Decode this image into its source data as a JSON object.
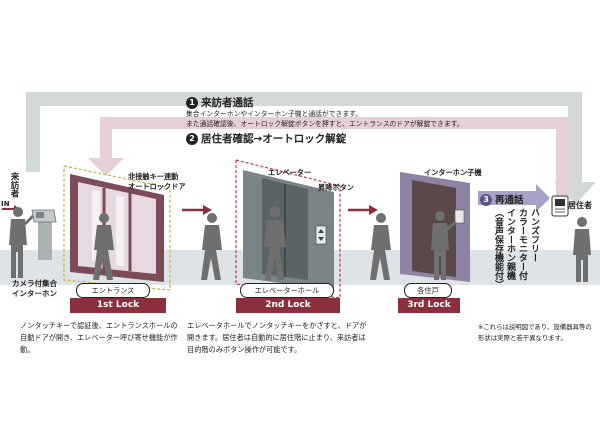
{
  "colors": {
    "flow_band_1": "#d3dad6",
    "flow_band_2": "#e6d0d6",
    "lock_bar": "#8c2f3c",
    "step3_arrow": "#a7a3c8",
    "floor_shadow": "#dde3e6",
    "door_frame": "#7d4b57",
    "entrance_glass": "#e7d9e2",
    "elevator_panel": "#596466",
    "unit_door": "#5b4848"
  },
  "step1": {
    "number": "1",
    "title": "来訪者通話",
    "line1": "集合インターホンやインターホン子機と通話ができます。",
    "line2": "また通話確認後、オートロック解錠ボタンを押すと、エントランスのドアが解錠できます。"
  },
  "step2": {
    "number": "2",
    "title": "居住者確認→オートロック解錠"
  },
  "step3": {
    "number": "3",
    "title": "再通話"
  },
  "visitor": {
    "label": "来訪者",
    "in": "IN"
  },
  "intercom_label": {
    "line1": "カメラ付集合",
    "line2": "インターホン"
  },
  "resident_label": "居住者",
  "handsfree_label": {
    "col1": "ハンズフリー",
    "col2": "カラーモニター付",
    "col3": "インターホン親機",
    "col4": "（音声保存機能付）"
  },
  "zones": [
    {
      "name": "エントランス",
      "lock": "1st Lock",
      "annotation": {
        "line1": "非接触キー連動",
        "line2": "オートロックドア"
      },
      "desc": "ノンタッチキーで認証後、エントランスホールの自動ドアが開き、エレベーター呼び寄せ機能が作動。"
    },
    {
      "name": "エレベーターホール",
      "lock": "2nd Lock",
      "annotation": {
        "line1": "エレベーター",
        "line2": "昇降ボタン"
      },
      "desc": "エレベータホールでノンタッチキーをかざすと、ドアが開きます。居住者は自動的に居住階に止まり、来訪者は目的階のみボタン操作が可能です。"
    },
    {
      "name": "各住戸",
      "lock": "3rd Lock",
      "annotation": {
        "line1": "インターホン子機"
      },
      "desc": ""
    }
  ],
  "note": "※これらは説明図であり、設備器具等の形状は実際と若干異なります。"
}
